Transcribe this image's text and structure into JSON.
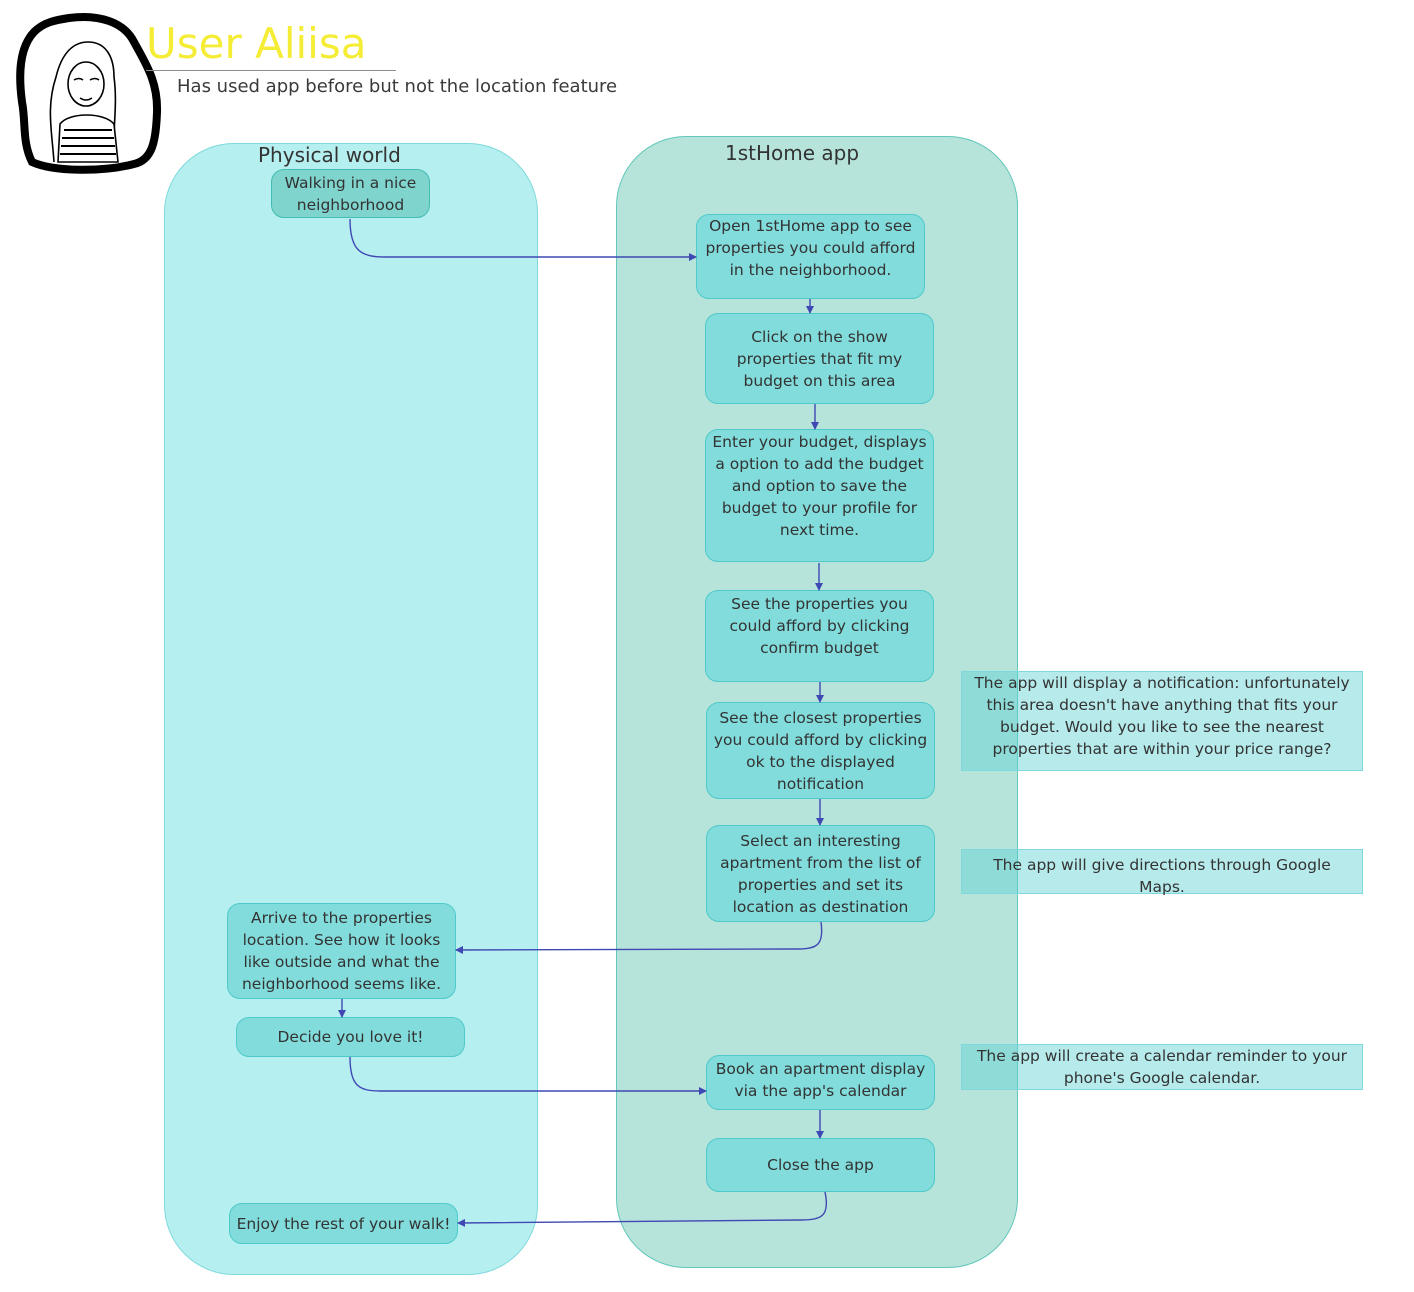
{
  "header": {
    "title": "User Aliisa",
    "subtitle": "Has used app before but not the location feature"
  },
  "lanes": {
    "physical": "Physical world",
    "app": "1stHome app"
  },
  "physical_steps": {
    "walk": "Walking in a nice neighborhood",
    "arrive": "Arrive to the properties location. See how it looks like outside and what the neighborhood seems like.",
    "decide": "Decide you love it!",
    "enjoy": "Enjoy the rest of your walk!"
  },
  "app_steps": {
    "open": "Open 1stHome app to see properties you could afford in the neighborhood.",
    "click_show": "Click on the show properties that fit my budget on this area",
    "enter_budget": "Enter your budget, displays a option to add the budget and option to save the budget to your profile for next time.",
    "see_props": "See the  properties you could afford by clicking confirm budget",
    "see_closest": "See the closest properties you could afford by clicking ok to the displayed notification",
    "select": "Select an interesting apartment from the list of properties and set its location as destination",
    "book": "Book an apartment display via the app's calendar",
    "close": "Close the app"
  },
  "notes": {
    "notification": "The app will display a notification: unfortunately this area doesn't have anything that fits your budget. Would you like to see the nearest properties that are within your price range?",
    "directions": "The app will give directions through Google Maps.",
    "calendar": "The app will create a calendar reminder to your phone's Google calendar."
  },
  "colors": {
    "title": "#f4ec35",
    "physical_lane": "#b6eff0",
    "app_lane": "#b6e4da",
    "box": "#82dcdc",
    "connector": "#3f48b3"
  }
}
